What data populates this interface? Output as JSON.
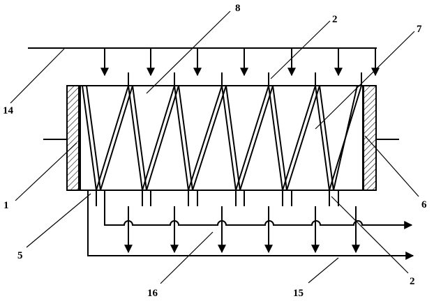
{
  "labels": {
    "l1": "1",
    "l2a": "2",
    "l2b": "2",
    "l5": "5",
    "l6": "6",
    "l7": "7",
    "l8": "8",
    "l14": "14",
    "l15": "15",
    "l16": "16"
  }
}
